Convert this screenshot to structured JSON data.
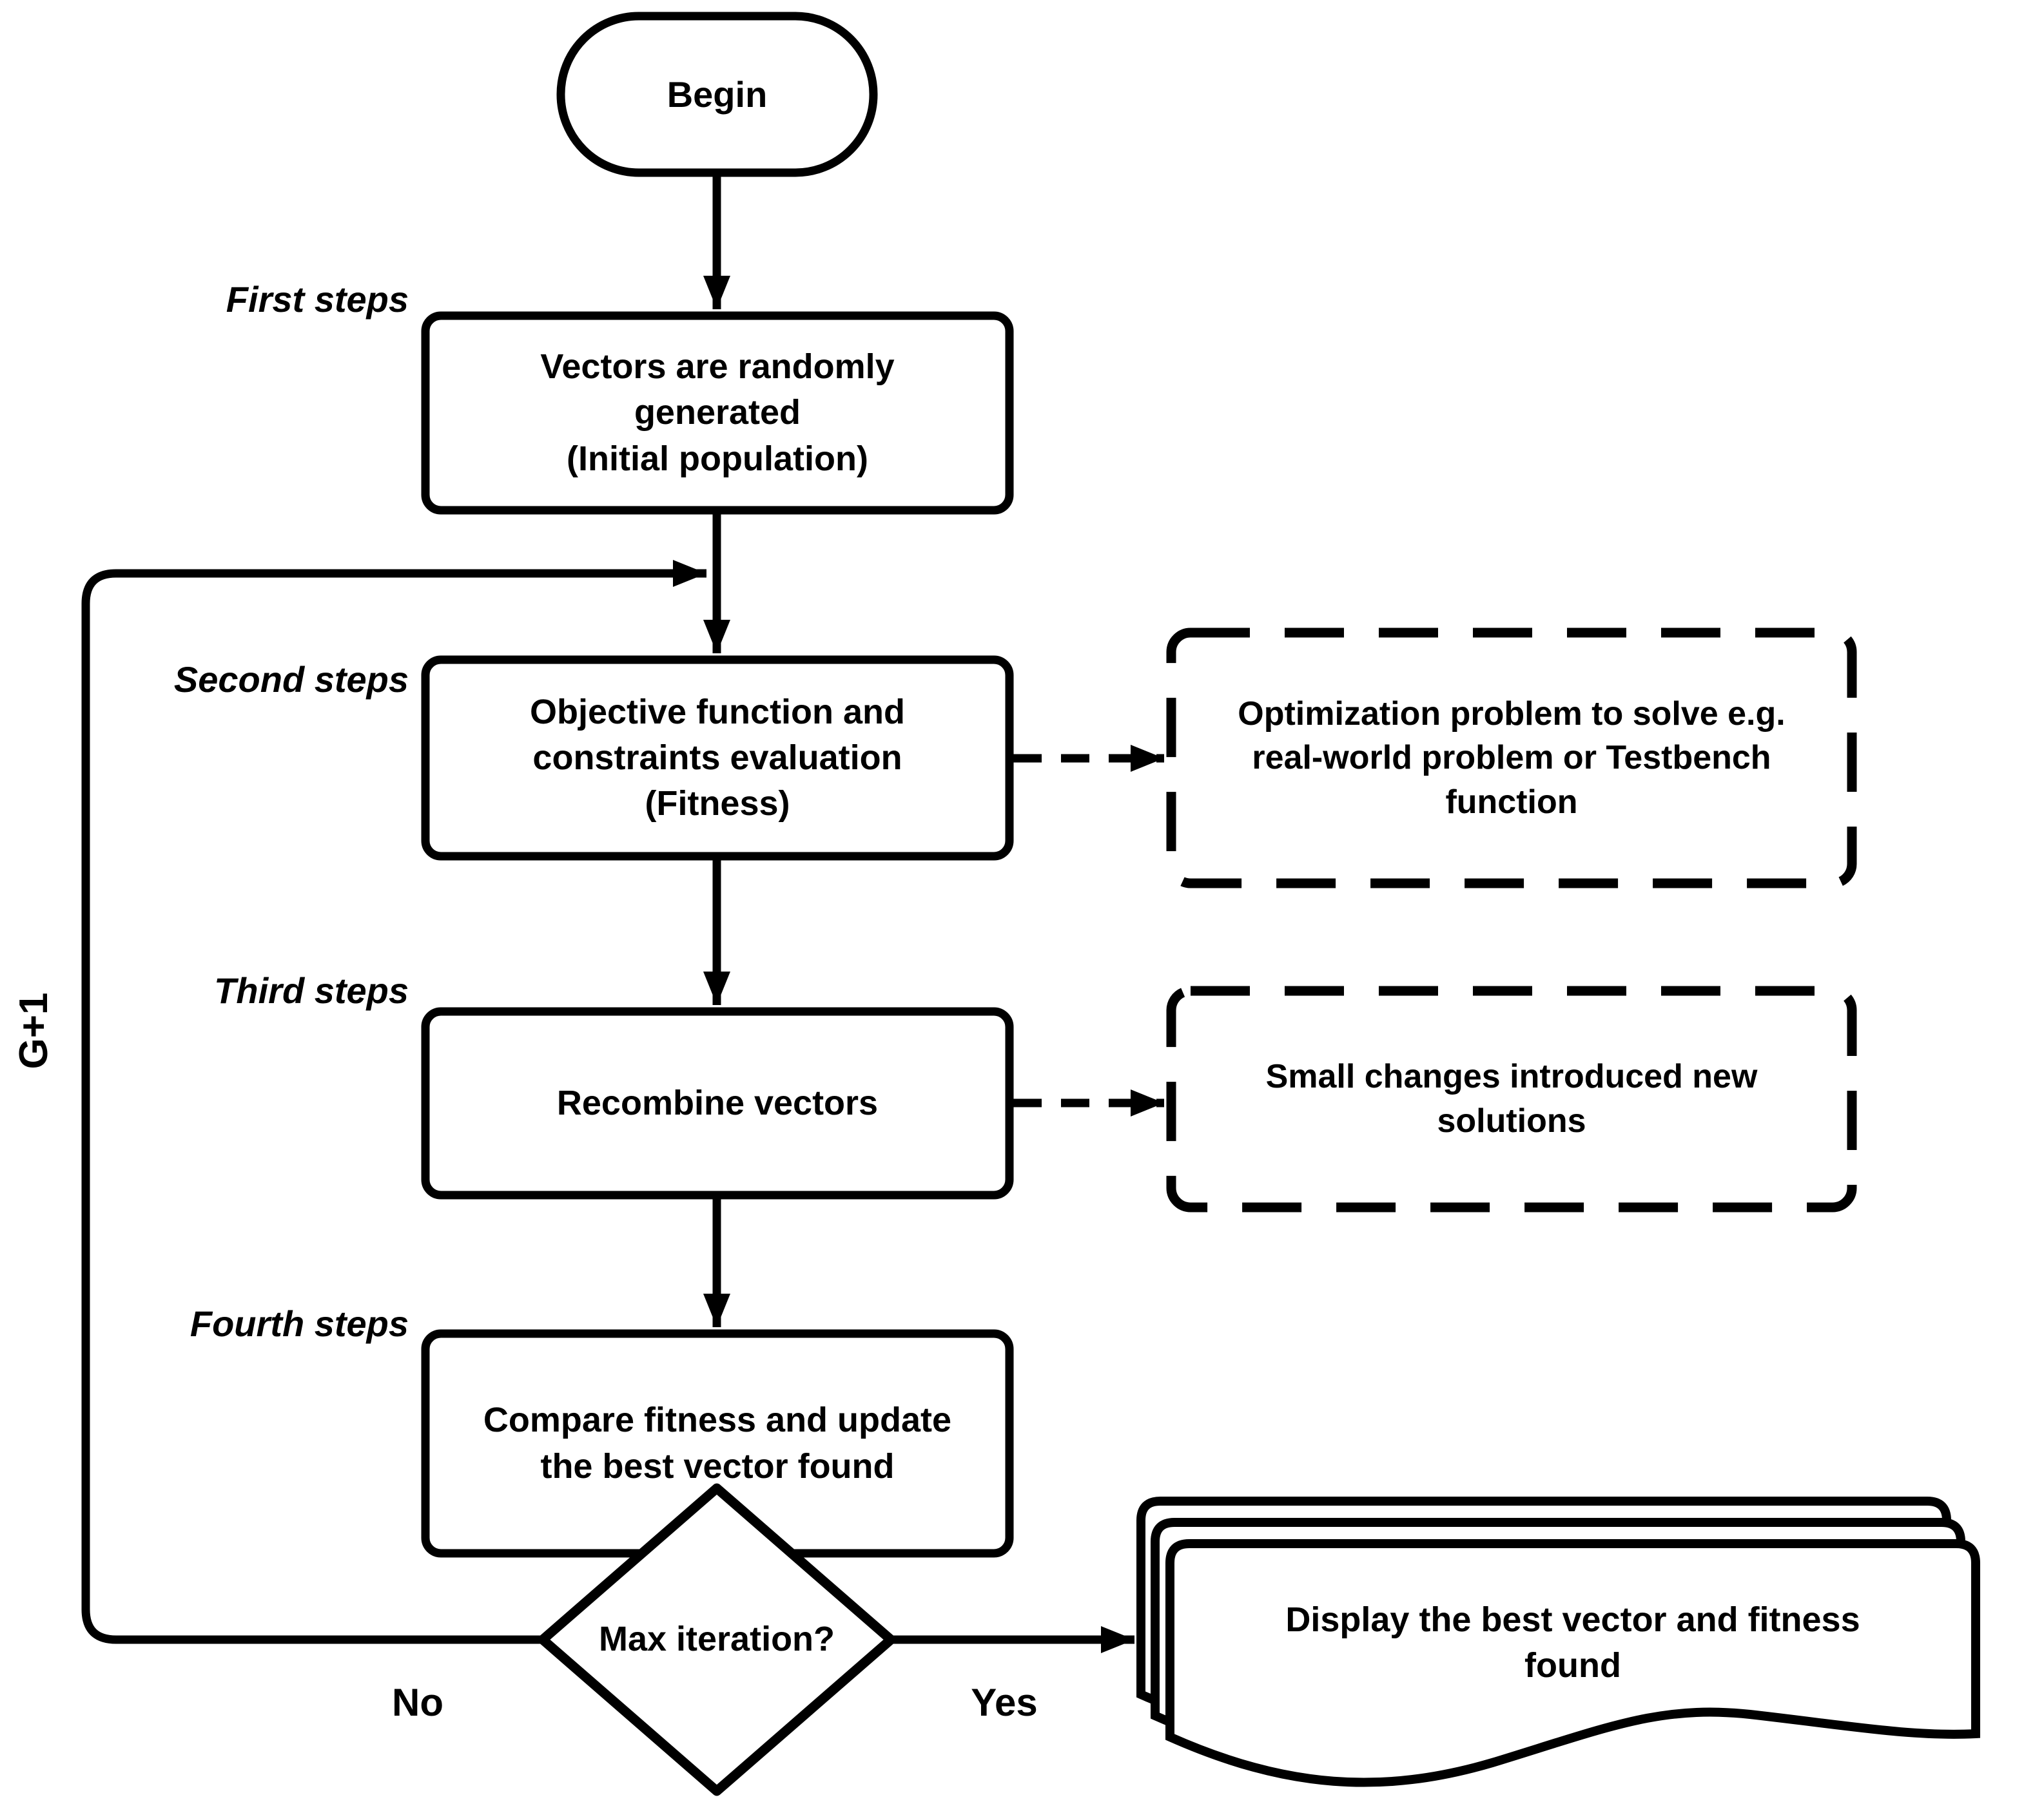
{
  "nodes": {
    "begin": {
      "label": "Begin"
    },
    "initial_population": {
      "label": "Vectors are randomly\ngenerated\n(Initial population)"
    },
    "fitness_evaluation": {
      "label": "Objective function and\nconstraints evaluation\n(Fitness)"
    },
    "recombine": {
      "label": "Recombine vectors"
    },
    "compare_fitness": {
      "label": "Compare fitness and update\nthe best vector found"
    },
    "decision": {
      "label": "Max iteration?"
    },
    "display_result": {
      "label": "Display the best vector and fitness\nfound"
    }
  },
  "annotations": {
    "optimization_problem": {
      "label": "Optimization problem to solve e.g.\nreal-world problem or Testbench\nfunction"
    },
    "small_changes": {
      "label": "Small changes introduced new\nsolutions"
    }
  },
  "step_labels": {
    "first": "First steps",
    "second": "Second steps",
    "third": "Third steps",
    "fourth": "Fourth steps"
  },
  "branch_labels": {
    "no": "No",
    "yes": "Yes"
  },
  "loop_label": "G+1",
  "colors": {
    "stroke": "#000000",
    "background": "#ffffff",
    "text": "#000000"
  }
}
